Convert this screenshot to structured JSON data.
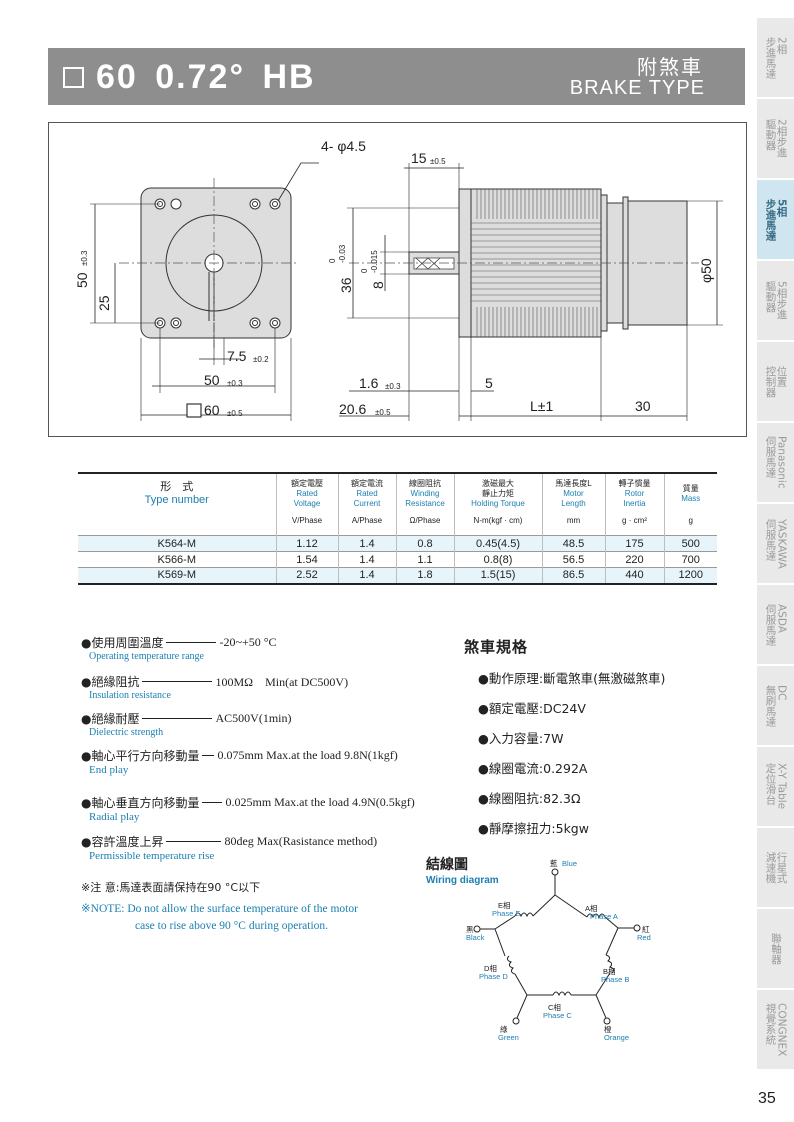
{
  "header": {
    "title": "60 0.72° HB",
    "subtitle_cn": "附煞車",
    "subtitle_en": "BRAKE TYPE"
  },
  "sidebar": {
    "items": [
      {
        "label": "2相\n步進馬達",
        "active": false
      },
      {
        "label": "2相步進\n驅動器",
        "active": false
      },
      {
        "label": "5相\n步進馬達",
        "active": true
      },
      {
        "label": "5相步進\n驅動器",
        "active": false
      },
      {
        "label": "位置\n控制器",
        "active": false
      },
      {
        "label": "Panasonic\n伺服馬達",
        "active": false
      },
      {
        "label": "YASKAWA\n伺服馬達",
        "active": false
      },
      {
        "label": "ASDA\n伺服馬達",
        "active": false
      },
      {
        "label": "DC\n無刷馬達",
        "active": false
      },
      {
        "label": "X-Y Table\n定位滑台",
        "active": false
      },
      {
        "label": "行星式\n減速機",
        "active": false
      },
      {
        "label": "聯軸器",
        "active": false
      },
      {
        "label": "CONGNEX\n視覺系統",
        "active": false
      }
    ],
    "page_number": "35"
  },
  "drawing": {
    "front": {
      "holes": "4- φ4.5",
      "dim_50_side": "50",
      "dim_50_side_tol": "±0.3",
      "dim_25": "25",
      "dim_7_5": "7.5",
      "dim_7_5_tol": "±0.2",
      "dim_50_bottom": "50",
      "dim_50_bottom_tol": "±0.3",
      "dim_60": "60",
      "dim_60_tol": "±0.5"
    },
    "side": {
      "dim_15": "15",
      "dim_15_tol": "±0.5",
      "dim_36": "36",
      "dim_36_tol_top": "0",
      "dim_36_tol_bottom": "-0.03",
      "dim_8": "8",
      "dim_8_tol_top": "0",
      "dim_8_tol_bottom": "-0.015",
      "dim_1_6": "1.6",
      "dim_1_6_tol": "±0.3",
      "dim_5": "5",
      "dim_20_6": "20.6",
      "dim_20_6_tol": "±0.5",
      "dim_L": "L±1",
      "dim_30": "30",
      "dim_phi50": "φ50"
    }
  },
  "table": {
    "headers": [
      {
        "cn": "形　式",
        "en": "Type number",
        "unit": ""
      },
      {
        "cn": "額定電壓",
        "en": "Rated\nVoltage",
        "unit": "V/Phase"
      },
      {
        "cn": "額定電流",
        "en": "Rated\nCurrent",
        "unit": "A/Phase"
      },
      {
        "cn": "線圈阻抗",
        "en": "Winding\nResistance",
        "unit": "Ω/Phase"
      },
      {
        "cn": "激磁最大\n靜止力矩",
        "en": "Holding Torque",
        "unit": "N-m(kgf · cm)"
      },
      {
        "cn": "馬達長度L",
        "en": "Motor\nLength",
        "unit": "mm"
      },
      {
        "cn": "轉子慣量",
        "en": "Rotor\nInertia",
        "unit": "g · cm²"
      },
      {
        "cn": "質量",
        "en": "Mass",
        "unit": "g"
      }
    ],
    "rows": [
      [
        "K564-M",
        "1.12",
        "1.4",
        "0.8",
        "0.45(4.5)",
        "48.5",
        "175",
        "500"
      ],
      [
        "K566-M",
        "1.54",
        "1.4",
        "1.1",
        "0.8(8)",
        "56.5",
        "220",
        "700"
      ],
      [
        "K569-M",
        "2.52",
        "1.4",
        "1.8",
        "1.5(15)",
        "86.5",
        "440",
        "1200"
      ]
    ]
  },
  "env": [
    {
      "cn": "●使用周圍溫度",
      "value": "-20~+50 °C",
      "en": "Operating temperature range"
    },
    {
      "cn": "●絕緣阻抗",
      "value": "100MΩ　Min(at DC500V)",
      "en": "Insulation resistance"
    },
    {
      "cn": "●絕緣耐壓",
      "value": "AC500V(1min)",
      "en": "Dielectric strength"
    },
    {
      "cn": "●軸心平行方向移動量",
      "value": "0.075mm Max.at the load 9.8N(1kgf)",
      "en": "End play"
    },
    {
      "cn": "●軸心垂直方向移動量",
      "value": "0.025mm Max.at the load 4.9N(0.5kgf)",
      "en": "Radial play"
    },
    {
      "cn": "●容許溫度上昇",
      "value": "80deg Max(Rasistance method)",
      "en": "Permissible temperature rise"
    }
  ],
  "notes": {
    "cn": "※注 意:馬達表面請保持在90 °C以下",
    "en_line1": "※NOTE: Do not allow the surface temperature of the motor",
    "en_line2": "case to rise above 90 °C during operation."
  },
  "brake": {
    "title": "煞車規格",
    "items": [
      "●動作原理:斷電煞車(無激磁煞車)",
      "●額定電壓:DC24V",
      "●入力容量:7W",
      "●線圈電流:0.292A",
      "●線圈阻抗:82.3Ω",
      "●靜摩擦扭力:5kgw"
    ]
  },
  "wiring": {
    "title": "結線圖",
    "subtitle": "Wiring diagram",
    "leads": [
      {
        "cn": "藍",
        "en": "Blue"
      },
      {
        "cn": "紅",
        "en": "Red"
      },
      {
        "cn": "橙",
        "en": "Orange"
      },
      {
        "cn": "綠",
        "en": "Green"
      },
      {
        "cn": "黑",
        "en": "Black"
      }
    ],
    "phases": [
      {
        "cn": "A相",
        "en": "Phase A"
      },
      {
        "cn": "B相",
        "en": "Phase B"
      },
      {
        "cn": "C相",
        "en": "Phase C"
      },
      {
        "cn": "D相",
        "en": "Phase D"
      },
      {
        "cn": "E相",
        "en": "Phase E"
      }
    ],
    "colors": {
      "accent": "#1b7fb0",
      "phase_label": "#1b7fb0"
    }
  },
  "colors": {
    "header_bg": "#8e8e8e",
    "accent": "#1b7fb0",
    "row_highlight": "#e7f4fa",
    "sidebar_bg": "#e9e9e9",
    "sidebar_active": "#cfe6f1"
  }
}
